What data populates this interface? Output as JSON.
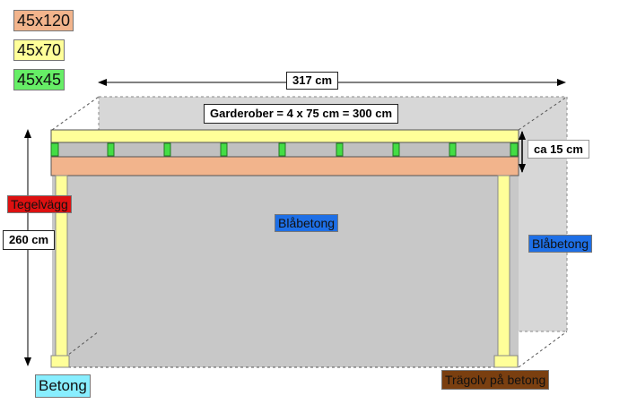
{
  "legend": [
    {
      "label": "45x120",
      "color": "#f2b48c"
    },
    {
      "label": "45x70",
      "color": "#ffff99"
    },
    {
      "label": "45x45",
      "color": "#66ee66"
    }
  ],
  "dimensions": {
    "width": "317 cm",
    "wardrobe": "Garderober = 4 x 75 cm = 300 cm",
    "depth": "ca 15 cm",
    "height": "260 cm"
  },
  "materials": {
    "brick_wall": {
      "label": "Tegelvägg",
      "color": "#dd1111"
    },
    "blue_concrete_back": {
      "label": "Blåbetong",
      "color": "#1e6fe6"
    },
    "blue_concrete_side": {
      "label": "Blåbetong",
      "color": "#1e6fe6"
    },
    "concrete": {
      "label": "Betong",
      "color": "#88eeff"
    },
    "wood_floor": {
      "label": "Trägolv på betong",
      "color": "#7a3f10"
    }
  },
  "colors": {
    "wall_back": "#d7d7d7",
    "wall_front": "#c8c8c8",
    "beam": "#f2b48c",
    "post": "#ffff99",
    "spacer": "#44dd44",
    "dashed": "#555555"
  }
}
